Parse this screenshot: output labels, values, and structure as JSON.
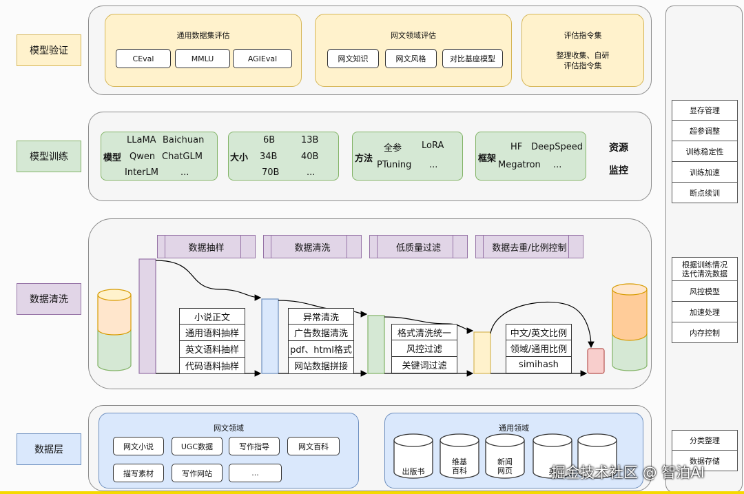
{
  "layers": {
    "validation": "模型验证",
    "training": "模型训练",
    "cleaning": "数据清洗",
    "data": "数据层"
  },
  "validation": {
    "general_title": "通用数据集评估",
    "general_items": [
      "CEval",
      "MMLU",
      "AGIEval"
    ],
    "web_title": "网文领域评估",
    "web_items": [
      "网文知识",
      "网文风格",
      "对比基座模型"
    ],
    "instr_title": "评估指令集",
    "instr_line1": "整理收集、自研",
    "instr_line2": "评估指令集"
  },
  "training": {
    "model_label": "模型",
    "models": [
      "LLaMA",
      "Baichuan",
      "Qwen",
      "ChatGLM",
      "InterLM",
      "..."
    ],
    "size_label": "大小",
    "sizes": [
      "6B",
      "13B",
      "34B",
      "40B",
      "70B",
      "..."
    ],
    "method_label": "方法",
    "methods": [
      "全参",
      "LoRA",
      "PTuning",
      "..."
    ],
    "framework_label": "框架",
    "frameworks": [
      "HF",
      "DeepSpeed",
      "Megatron",
      "..."
    ],
    "resource_line1": "资源",
    "resource_line2": "监控"
  },
  "cleaning": {
    "stages": [
      "数据抽样",
      "数据清洗",
      "低质量过滤",
      "数据去重/比例控制"
    ],
    "sampling": [
      "小说正文",
      "通用语料抽样",
      "英文语料抽样",
      "代码语料抽样"
    ],
    "clean": [
      "异常清洗",
      "广告数据清洗",
      "pdf、html格式",
      "网站数据拼接"
    ],
    "filter": [
      "格式清洗统一",
      "风控过滤",
      "关键词过滤"
    ],
    "dedup": [
      "中文/英文比例",
      "领域/通用比例",
      "simihash"
    ]
  },
  "data_layer": {
    "web_title": "网文领域",
    "web_items": [
      "网文小说",
      "UGC数据",
      "写作指导",
      "网文百科",
      "描写素材",
      "写作网站",
      "..."
    ],
    "general_title": "通用领域",
    "general_items": [
      "出版书",
      "维基\n百科",
      "新闻\n网页",
      "英",
      ""
    ]
  },
  "right_panel": {
    "group1": [
      "显存管理",
      "超参调整",
      "训练稳定性",
      "训练加速",
      "断点续训"
    ],
    "group2": [
      "根据训练情况\n迭代清洗数据",
      "风控模型",
      "加速处理",
      "内存控制"
    ],
    "group3": [
      "分类整理",
      "数据存储"
    ]
  },
  "watermark": "掘金技术社区 @ 智泊AI",
  "colors": {
    "yellow": "#fff2cc",
    "green": "#d5e8d4",
    "purple": "#e1d5e7",
    "blue": "#dae8fc",
    "red": "#f8cecc",
    "orange": "#ffe6cc"
  }
}
